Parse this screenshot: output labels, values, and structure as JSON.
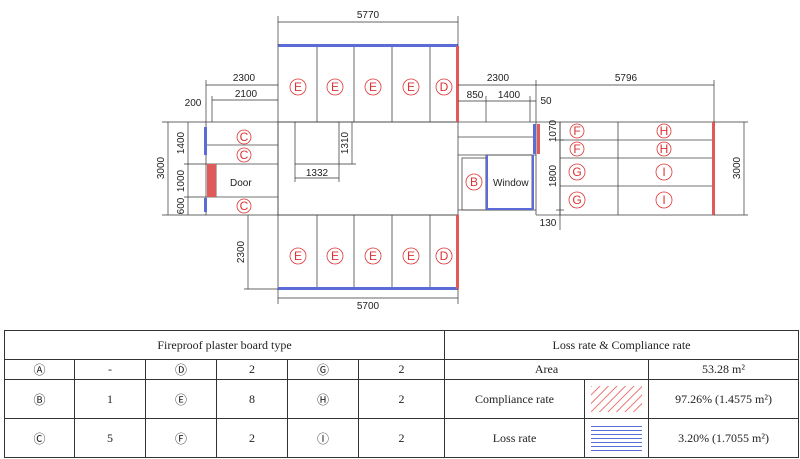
{
  "plan": {
    "dimensions": {
      "top_width": "5770",
      "bottom_width": "5700",
      "left_overall": "2300",
      "left_inner": "2100",
      "left_offset": "200",
      "left_height": "3000",
      "left_top": "1400",
      "left_mid": "1000",
      "left_bottom": "600",
      "left_lower": "2300",
      "opening_width": "1332",
      "opening_height": "1310",
      "right_overall": "2300",
      "right_a": "850",
      "right_b": "1400",
      "right_c": "50",
      "right_width": "5796",
      "right_height": "3000",
      "right_top": "1070",
      "right_mid": "1800",
      "right_bottom": "130"
    },
    "labels": {
      "door": "Door",
      "window": "Window",
      "top_row": [
        "E",
        "E",
        "E",
        "E",
        "D"
      ],
      "bottom_row": [
        "E",
        "E",
        "E",
        "E",
        "D"
      ],
      "left_col": [
        "C",
        "C",
        "C"
      ],
      "right_left_col": [
        "F",
        "F",
        "G",
        "G"
      ],
      "right_right_col": [
        "H",
        "H",
        "I",
        "I"
      ],
      "window_board": "B"
    }
  },
  "legend": {
    "left_header": "Fireproof plaster board type",
    "right_header": "Loss rate & Compliance rate",
    "rows": [
      {
        "t1": "Ⓐ",
        "v1": "-",
        "t2": "Ⓓ",
        "v2": "2",
        "t3": "Ⓖ",
        "v3": "2",
        "metric": "Area",
        "value": "53.28 m²"
      },
      {
        "t1": "Ⓑ",
        "v1": "1",
        "t2": "Ⓔ",
        "v2": "8",
        "t3": "Ⓗ",
        "v3": "2",
        "metric": "Compliance rate",
        "value": "97.26% (1.4575 m²)"
      },
      {
        "t1": "Ⓒ",
        "v1": "5",
        "t2": "Ⓕ",
        "v2": "2",
        "t3": "Ⓘ",
        "v3": "2",
        "metric": "Loss rate",
        "value": "3.20% (1.7055 m²)"
      }
    ]
  }
}
